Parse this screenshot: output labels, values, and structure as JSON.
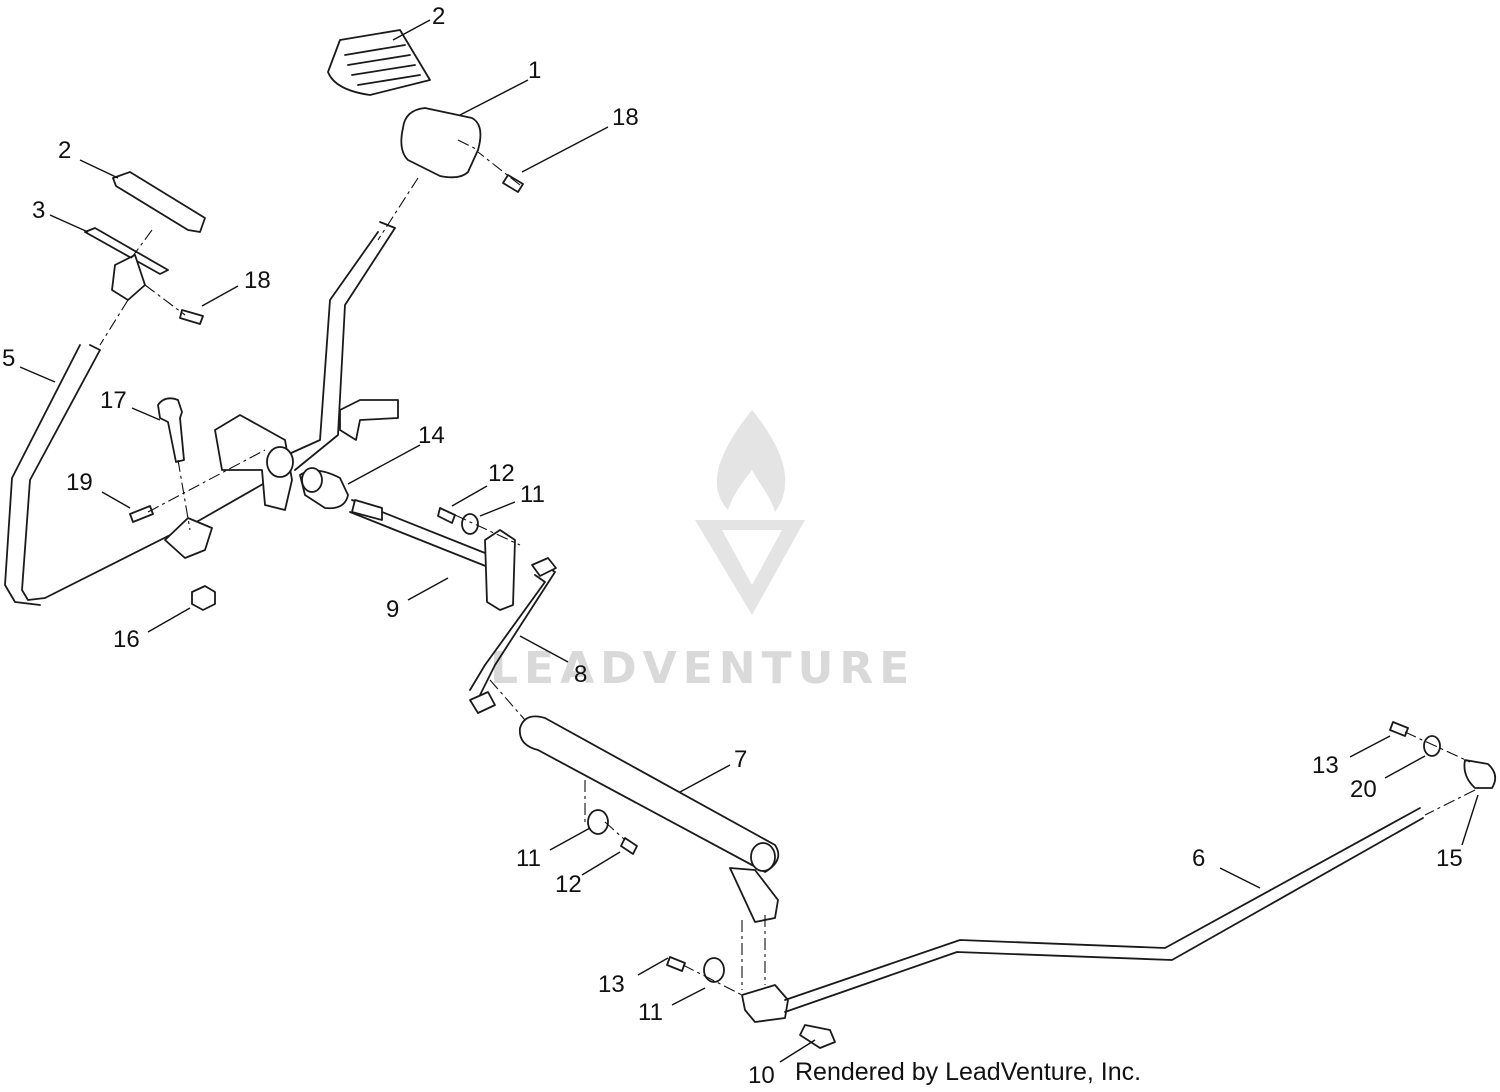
{
  "watermark": {
    "text": "LEADVENTURE",
    "color": "#d6d6d6"
  },
  "footer": {
    "credit": "Rendered by LeadVenture, Inc."
  },
  "callouts": {
    "c1": "1",
    "c2a": "2",
    "c2b": "2",
    "c3": "3",
    "c5": "5",
    "c6": "6",
    "c7": "7",
    "c8": "8",
    "c9": "9",
    "c10": "10",
    "c11a": "11",
    "c11b": "11",
    "c11c": "11",
    "c12a": "12",
    "c12b": "12",
    "c13a": "13",
    "c13b": "13",
    "c14": "14",
    "c15": "15",
    "c16": "16",
    "c17": "17",
    "c18a": "18",
    "c18b": "18",
    "c19": "19",
    "c20": "20"
  }
}
